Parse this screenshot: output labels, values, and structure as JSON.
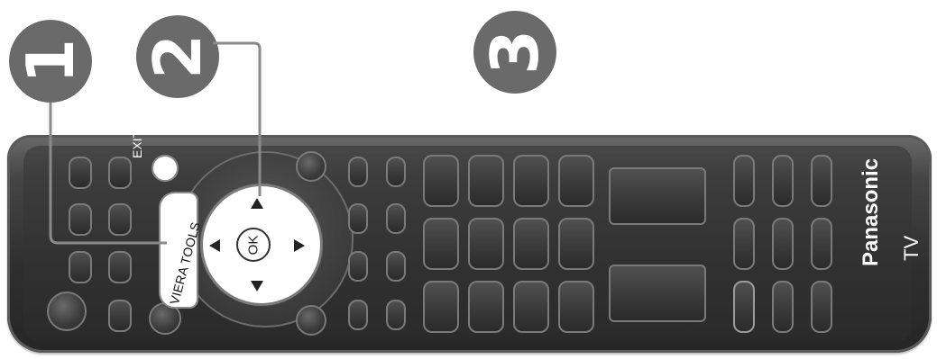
{
  "callouts": [
    {
      "number": "1",
      "icon": "callout-1"
    },
    {
      "number": "2",
      "icon": "callout-2"
    },
    {
      "number": "3",
      "icon": "callout-3"
    }
  ],
  "remote": {
    "exit_label": "EXIT",
    "viera_tools_label": "VIERA TOOLS",
    "ok_label": "OK",
    "brand": "Panasonic",
    "brand_sub": "TV"
  },
  "colors": {
    "badge": "#6a6a6a",
    "remote_body": "#2f2f2f",
    "callout_line": "#8a8a8a"
  }
}
